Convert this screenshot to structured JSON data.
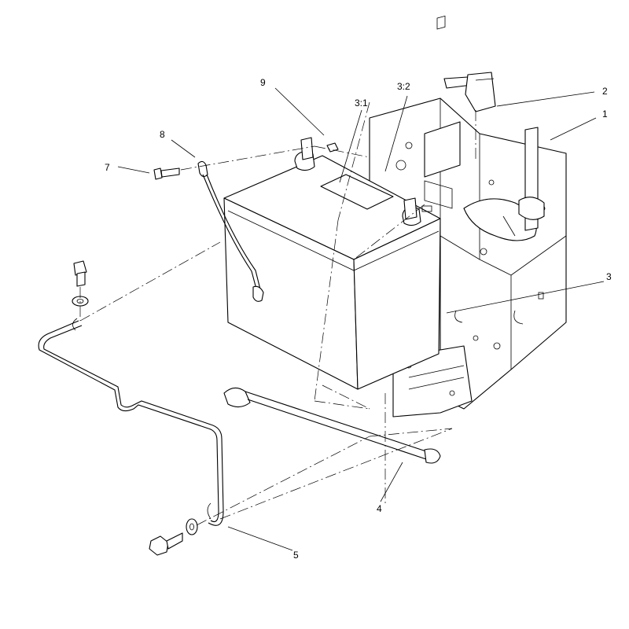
{
  "callouts": [
    {
      "id": "c1",
      "text": "1"
    },
    {
      "id": "c2",
      "text": "2"
    },
    {
      "id": "c3",
      "text": "3"
    },
    {
      "id": "c31",
      "text": "3:1"
    },
    {
      "id": "c32",
      "text": "3:2"
    },
    {
      "id": "c4",
      "text": "4"
    },
    {
      "id": "c5",
      "text": "5"
    },
    {
      "id": "c7",
      "text": "7"
    },
    {
      "id": "c8",
      "text": "8"
    },
    {
      "id": "c9",
      "text": "9"
    }
  ]
}
